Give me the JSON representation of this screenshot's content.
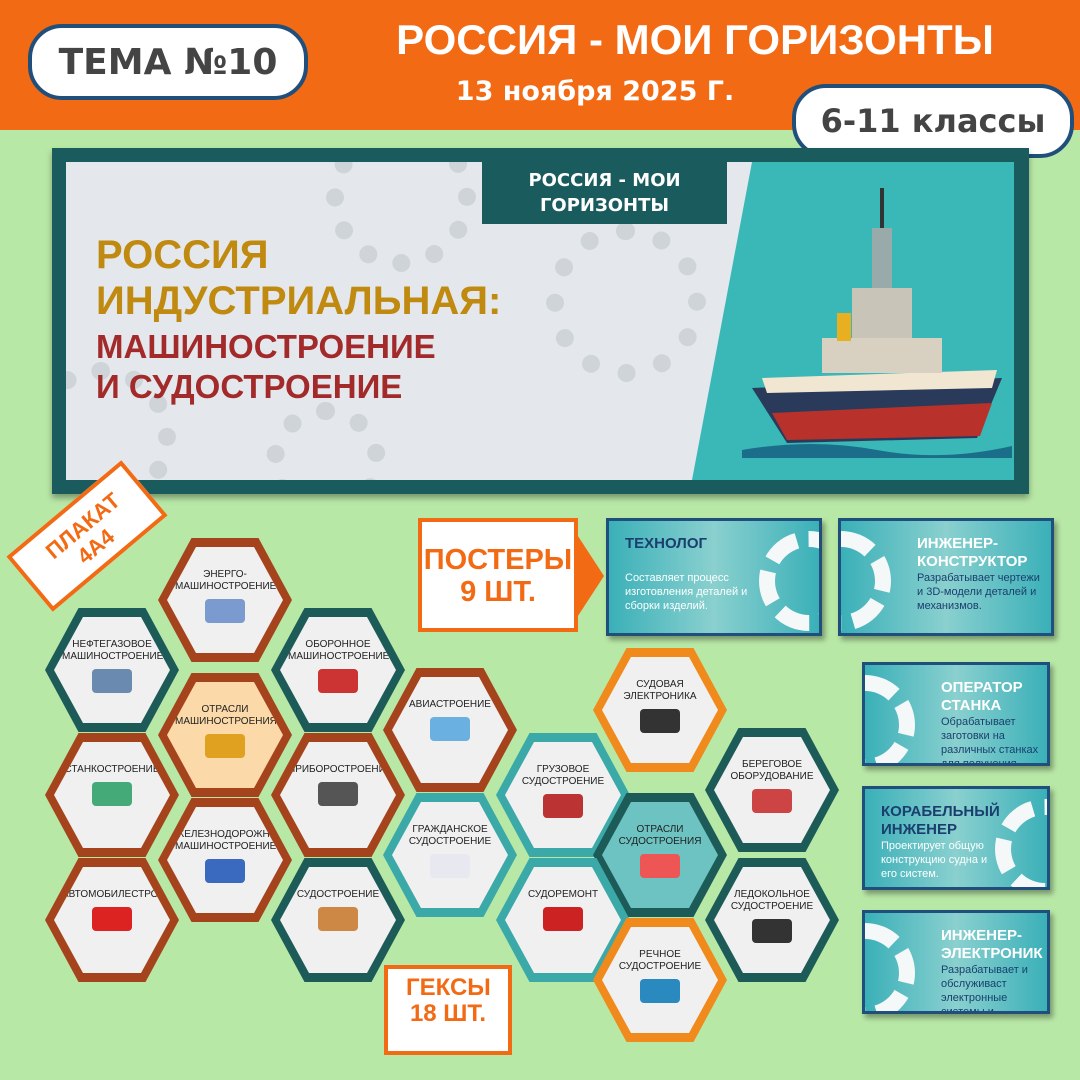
{
  "header": {
    "topic": "ТЕМА №10",
    "title": "РОССИЯ - МОИ ГОРИЗОНТЫ",
    "date": "13 ноября 2025 Г.",
    "grades": "6-11 классы"
  },
  "banner": {
    "tab": "РОССИЯ - МОИ ГОРИЗОНТЫ",
    "title_line1": "РОССИЯ",
    "title_line2": "ИНДУСТРИАЛЬНАЯ:",
    "subtitle_line1": "МАШИНОСТРОЕНИЕ",
    "subtitle_line2": "И СУДОСТРОЕНИЕ"
  },
  "tags": {
    "plakat": "ПЛАКАТ 4А4",
    "posters": "ПОСТЕРЫ 9 ШТ.",
    "hexes": "ГЕКСЫ 18 ШТ."
  },
  "cards": [
    {
      "title": "ТЕХНОЛОГ",
      "desc": "Составляет процесс изготовления деталей и сборки изделий.",
      "title_color": "#1a3f6e"
    },
    {
      "title": "ИНЖЕНЕР-КОНСТРУКТОР",
      "desc": "Разрабатывает чертежи и 3D-модели деталей и механизмов.",
      "title_color": "#ffffff"
    },
    {
      "title": "ОПЕРАТОР СТАНКА",
      "desc": "Обрабатывает заготовки на различных станках для получения деталей.",
      "title_color": "#ffffff"
    },
    {
      "title": "КОРАБЕЛЬНЫЙ ИНЖЕНЕР",
      "desc": "Проектирует общую конструкцию судна и его систем.",
      "title_color": "#1a3f6e"
    },
    {
      "title": "ИНЖЕНЕР-ЭЛЕКТРОНИК",
      "desc": "Разрабатывает и обслуживаст электронные системы и автоматику.",
      "title_color": "#ffffff"
    }
  ],
  "hexes": [
    {
      "label": "НЕФТЕГАЗОВОЕ МАШИНОСТРОЕНИЕ",
      "border": "#1d5b58",
      "icon": "oil-pump-icon"
    },
    {
      "label": "ЭНЕРГО-МАШИНОСТРОЕНИЕ",
      "border": "#a5441c",
      "icon": "turbine-icon"
    },
    {
      "label": "ОБОРОННОЕ МАШИНОСТРОЕНИЕ",
      "border": "#1d5b58",
      "icon": "russian-flag-icon"
    },
    {
      "label": "ОТРАСЛИ МАШИНОСТРОЕНИЯ",
      "border": "#a5441c",
      "icon": "robot-arm-icon",
      "fill": "#fbd9a8"
    },
    {
      "label": "СТАНКОСТРОЕНИЕ",
      "border": "#a5441c",
      "icon": "machine-tool-icon"
    },
    {
      "label": "ПРИБОРОСТРОЕНИЕ",
      "border": "#a5441c",
      "icon": "instruments-icon"
    },
    {
      "label": "ЖЕЛЕЗНОДОРОЖНОЕ МАШИНОСТРОЕНИЕ",
      "border": "#a5441c",
      "icon": "train-icon"
    },
    {
      "label": "АВТОМОБИЛЕСТРОЕНИЕ",
      "border": "#a5441c",
      "icon": "car-icon"
    },
    {
      "label": "СУДОСТРОЕНИЕ",
      "border": "#1d5b58",
      "icon": "ship-icon"
    },
    {
      "label": "АВИАСТРОЕНИЕ",
      "border": "#a5441c",
      "icon": "airplane-icon"
    },
    {
      "label": "ГРУЗОВОЕ СУДОСТРОЕНИЕ",
      "border": "#3aa9a8",
      "icon": "cargo-ship-icon"
    },
    {
      "label": "ГРАЖДАНСКОЕ СУДОСТРОЕНИЕ",
      "border": "#3aa9a8",
      "icon": "cruise-ship-icon"
    },
    {
      "label": "СУДОВАЯ ЭЛЕКТРОНИКА",
      "border": "#f08a1c",
      "icon": "radio-icon"
    },
    {
      "label": "БЕРЕГОВОЕ ОБОРУДОВАНИЕ",
      "border": "#1d5b58",
      "icon": "crane-icon"
    },
    {
      "label": "ОТРАСЛИ СУДОСТРОЕНИЯ",
      "border": "#1d5b58",
      "icon": "ship-icon",
      "fill": "#6cc3c2"
    },
    {
      "label": "СУДОРЕМОНТ",
      "border": "#3aa9a8",
      "icon": "dock-icon"
    },
    {
      "label": "ЛЕДОКОЛЬНОЕ СУДОСТРОЕНИЕ",
      "border": "#1d5b58",
      "icon": "icebreaker-icon"
    },
    {
      "label": "РЕЧНОЕ СУДОСТРОЕНИЕ",
      "border": "#f08a1c",
      "icon": "river-boat-icon"
    }
  ]
}
